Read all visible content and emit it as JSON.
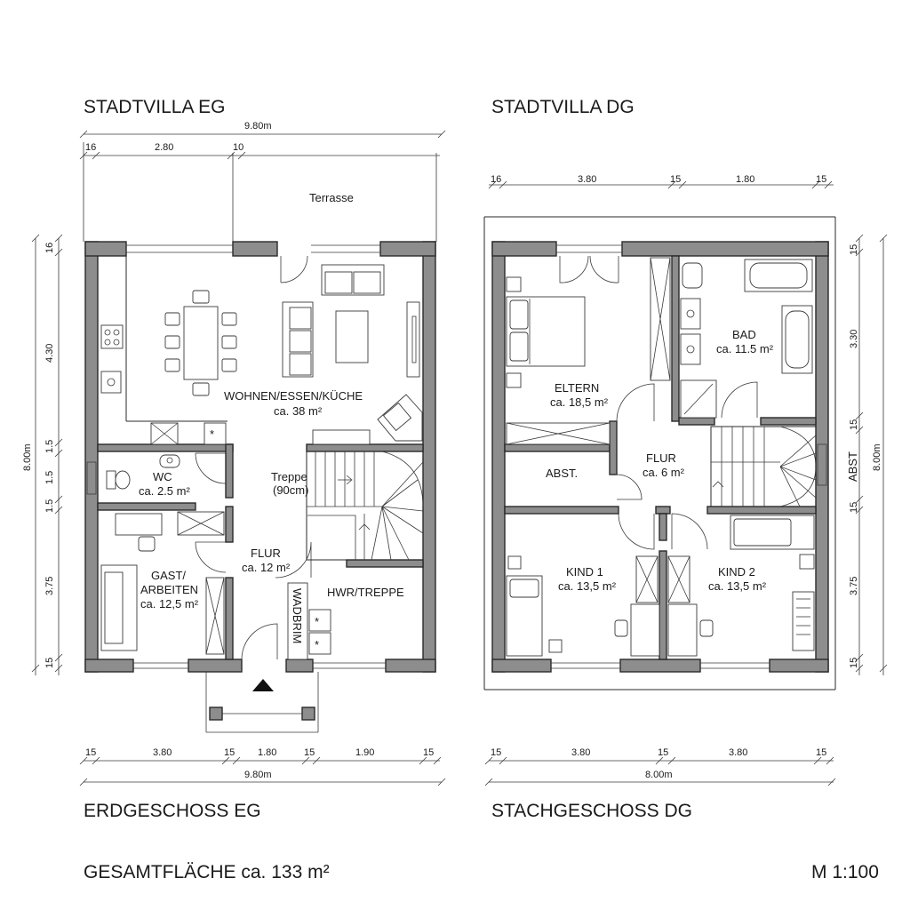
{
  "titles": {
    "eg_top": "STADTVILLA EG",
    "dg_top": "STADTVILLA DG",
    "eg_bottom": "ERDGESCHOSS EG",
    "dg_bottom": "STACHGESCHOSS DG",
    "total_area": "GESAMTFLÄCHE ca. 133 m²",
    "scale": "M 1:100"
  },
  "eg": {
    "terrace": "Terrasse",
    "wohnen_name": "WOHNEN/ESSEN/KÜCHE",
    "wohnen_area": "ca. 38 m²",
    "wc_name": "WC",
    "wc_area": "ca. 2.5 m²",
    "treppe_name": "Treppe",
    "treppe_width": "(90cm)",
    "flur_name": "FLUR",
    "flur_area": "ca. 12 m²",
    "gast_name": "GAST/",
    "gast_name2": "ARBEITEN",
    "gast_area": "ca. 12,5 m²",
    "hwr_name": "HWR/TREPPE",
    "wardrobe": "WADBRIM",
    "top_dims": {
      "total": "9.80m",
      "d1": "16",
      "d2": "2.80",
      "d3": "10"
    },
    "bottom_dims": {
      "d1": "15",
      "d2": "3.80",
      "d3": "15",
      "d4": "1.80",
      "d5": "15",
      "d6": "1.90",
      "d7": "15",
      "total": "9.80m"
    },
    "left_dims": {
      "d1": "16",
      "d2": "4.30",
      "d3": "1.5",
      "d4": "1.5",
      "d5": "1.5",
      "d6": "3.75",
      "d7": "15",
      "total": "8.00m"
    }
  },
  "dg": {
    "eltern_name": "ELTERN",
    "eltern_area": "ca. 18,5 m²",
    "bad_name": "BAD",
    "bad_area": "ca. 11.5 m²",
    "abst_name": "ABST.",
    "flur_name": "FLUR",
    "flur_area": "ca. 6 m²",
    "kind1_name": "KIND 1",
    "kind1_area": "ca. 13,5 m²",
    "kind2_name": "KIND 2",
    "kind2_area": "ca. 13,5 m²",
    "abst_side": "ABST",
    "top_dims": {
      "d1": "16",
      "d2": "3.80",
      "d3": "15",
      "d4": "1.80",
      "d5": "15"
    },
    "bottom_dims": {
      "d1": "15",
      "d2": "3.80",
      "d3": "15",
      "d4": "3.80",
      "d5": "15",
      "total": "8.00m"
    },
    "right_dims": {
      "d1": "15",
      "d2": "3.30",
      "d3": "15",
      "d4": "15",
      "d5": "3.75",
      "d6": "15",
      "total": "8.00m"
    }
  }
}
